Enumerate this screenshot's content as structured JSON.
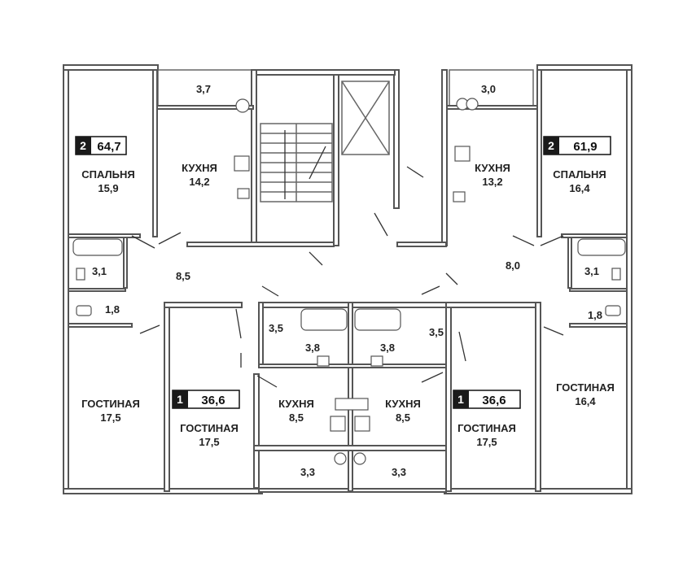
{
  "apartments": [
    {
      "id": "apt-top-left",
      "rooms_count": "2",
      "area": "64,7"
    },
    {
      "id": "apt-top-right",
      "rooms_count": "2",
      "area": "61,9"
    },
    {
      "id": "apt-bottom-left",
      "rooms_count": "1",
      "area": "36,6"
    },
    {
      "id": "apt-bottom-right",
      "rooms_count": "1",
      "area": "36,6"
    }
  ],
  "rooms": {
    "tl_balcony": {
      "area": "3,7"
    },
    "tl_kitchen": {
      "name": "КУХНЯ",
      "area": "14,2"
    },
    "tl_bedroom": {
      "name": "СПАЛЬНЯ",
      "area": "15,9"
    },
    "tl_bath": {
      "area": "3,1"
    },
    "tl_wc": {
      "area": "1,8"
    },
    "tl_hall": {
      "area": "8,5"
    },
    "tl_living": {
      "name": "ГОСТИНАЯ",
      "area": "17,5"
    },
    "tr_balcony": {
      "area": "3,0"
    },
    "tr_kitchen": {
      "name": "КУХНЯ",
      "area": "13,2"
    },
    "tr_bedroom": {
      "name": "СПАЛЬНЯ",
      "area": "16,4"
    },
    "tr_bath": {
      "area": "3,1"
    },
    "tr_wc": {
      "area": "1,8"
    },
    "tr_hall": {
      "area": "8,0"
    },
    "tr_living": {
      "name": "ГОСТИНАЯ",
      "area": "16,4"
    },
    "bl_hall": {
      "area": "3,5"
    },
    "bl_bath": {
      "area": "3,8"
    },
    "bl_kitchen": {
      "name": "КУХНЯ",
      "area": "8,5"
    },
    "bl_living": {
      "name": "ГОСТИНАЯ",
      "area": "17,5"
    },
    "bl_balcony": {
      "area": "3,3"
    },
    "br_hall": {
      "area": "3,5"
    },
    "br_bath": {
      "area": "3,8"
    },
    "br_kitchen": {
      "name": "КУХНЯ",
      "area": "8,5"
    },
    "br_living": {
      "name": "ГОСТИНАЯ",
      "area": "17,5"
    },
    "br_balcony": {
      "area": "3,3"
    }
  },
  "colors": {
    "wall": "#555555",
    "badge_fill": "#1a1a1a",
    "text": "#222222"
  }
}
